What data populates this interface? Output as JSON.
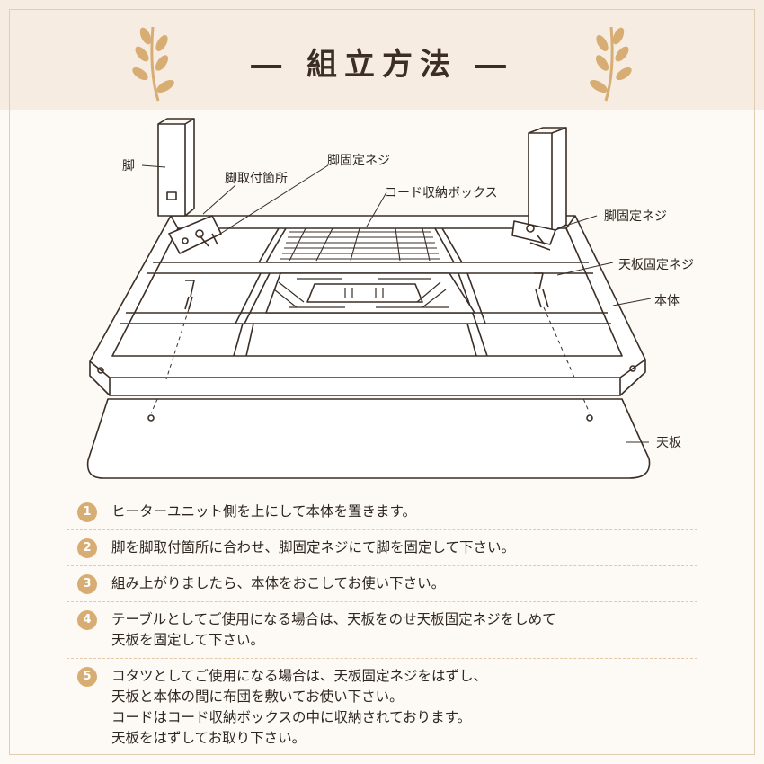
{
  "header": {
    "title": "― 組立方法 ―"
  },
  "colors": {
    "accent": "#d7ad74",
    "header_bg": "#f6ece1",
    "line": "#3a2e26"
  },
  "labels": {
    "leg": "脚",
    "leg_mount": "脚取付箇所",
    "leg_screw_top": "脚固定ネジ",
    "cord_box": "コード収納ボックス",
    "leg_screw_right": "脚固定ネジ",
    "top_screw": "天板固定ネジ",
    "body": "本体",
    "top_board": "天板"
  },
  "steps": [
    {
      "num": "1",
      "lines": [
        "ヒーターユニット側を上にして本体を置きます。"
      ]
    },
    {
      "num": "2",
      "lines": [
        "脚を脚取付箇所に合わせ、脚固定ネジにて脚を固定して下さい。"
      ]
    },
    {
      "num": "3",
      "lines": [
        "組み上がりましたら、本体をおこしてお使い下さい。"
      ]
    },
    {
      "num": "4",
      "lines": [
        "テーブルとしてご使用になる場合は、天板をのせ天板固定ネジをしめて",
        "天板を固定して下さい。"
      ]
    },
    {
      "num": "5",
      "lines": [
        "コタツとしてご使用になる場合は、天板固定ネジをはずし、",
        "天板と本体の間に布団を敷いてお使い下さい。",
        "コードはコード収納ボックスの中に収納されております。",
        "天板をはずしてお取り下さい。"
      ]
    }
  ]
}
